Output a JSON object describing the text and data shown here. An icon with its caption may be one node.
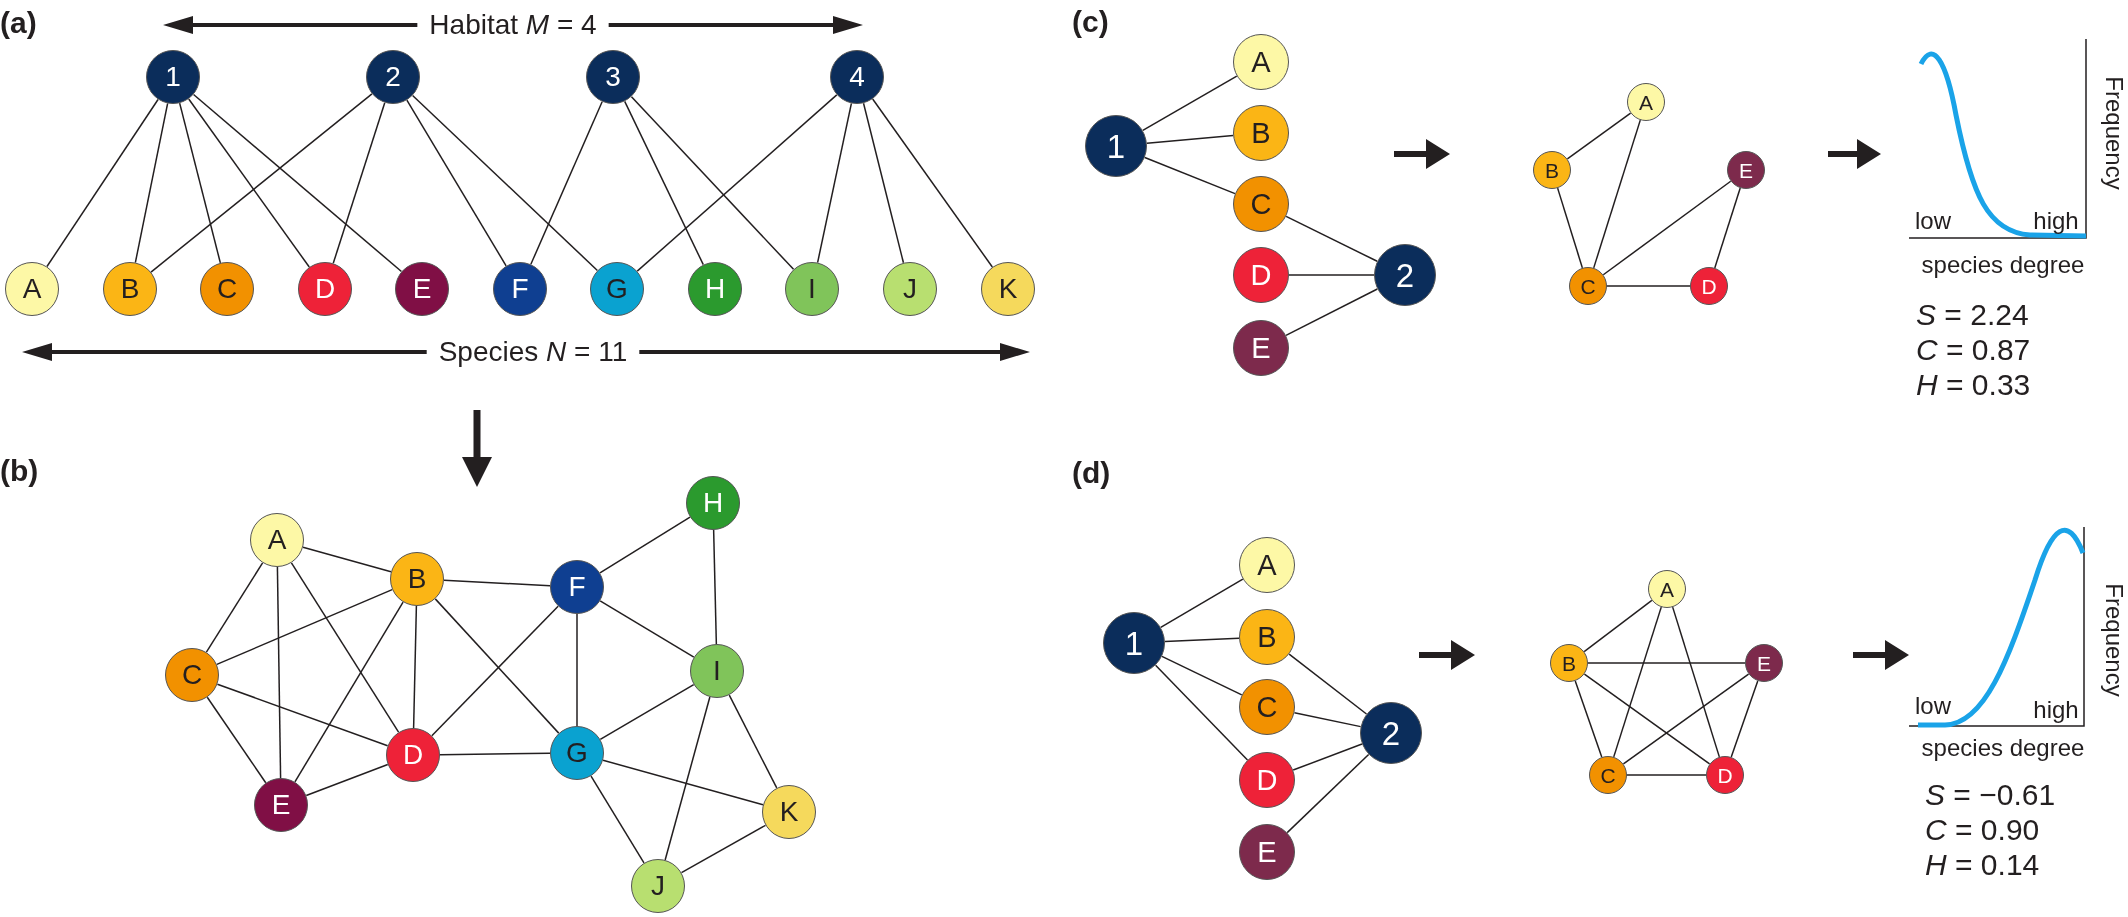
{
  "diagram": {
    "nodes": [
      {
        "text": [
          "1"
        ]
      },
      {
        "text": [
          "2"
        ]
      },
      {
        "text": [
          "3"
        ]
      },
      {
        "text": [
          "4"
        ]
      },
      {
        "text": [
          "A"
        ]
      },
      {
        "text": [
          "B"
        ]
      },
      {
        "text": [
          "C"
        ]
      },
      {
        "text": [
          "D"
        ]
      },
      {
        "text": [
          "E"
        ]
      },
      {
        "text": [
          "F"
        ]
      },
      {
        "text": [
          "G"
        ]
      },
      {
        "text": [
          "H"
        ]
      },
      {
        "text": [
          "I"
        ]
      },
      {
        "text": [
          "J"
        ]
      },
      {
        "text": [
          "K"
        ]
      },
      {
        "text": [
          "1"
        ]
      },
      {
        "text": [
          "A"
        ]
      },
      {
        "text": [
          "B"
        ]
      },
      {
        "text": [
          "C"
        ]
      },
      {
        "text": [
          "D"
        ]
      },
      {
        "text": [
          "E"
        ]
      },
      {
        "text": [
          "2"
        ]
      },
      {
        "text": [
          "A"
        ]
      },
      {
        "text": [
          "B"
        ]
      },
      {
        "text": [
          "E"
        ]
      },
      {
        "text": [
          "C"
        ]
      },
      {
        "text": [
          "D"
        ]
      },
      {
        "text": [
          "A"
        ]
      },
      {
        "text": [
          "B"
        ]
      },
      {
        "text": [
          "C"
        ]
      },
      {
        "text": [
          "D"
        ]
      },
      {
        "text": [
          "E"
        ]
      },
      {
        "text": [
          "F"
        ]
      },
      {
        "text": [
          "G"
        ]
      },
      {
        "text": [
          "H"
        ]
      },
      {
        "text": [
          "I"
        ]
      },
      {
        "text": [
          "J"
        ]
      },
      {
        "text": [
          "K"
        ]
      },
      {
        "text": [
          "1"
        ]
      },
      {
        "text": [
          "A"
        ]
      },
      {
        "text": [
          "B"
        ]
      },
      {
        "text": [
          "C"
        ]
      },
      {
        "text": [
          "D"
        ]
      },
      {
        "text": [
          "E"
        ]
      },
      {
        "text": [
          "2"
        ]
      },
      {
        "text": [
          "A"
        ]
      },
      {
        "text": [
          "B"
        ]
      },
      {
        "text": [
          "E"
        ]
      },
      {
        "text": [
          "C"
        ]
      },
      {
        "text": [
          "D"
        ]
      }
    ],
    "edges": [
      {
        "from": 0,
        "to": 4,
        "arrow": "none"
      },
      {
        "from": 0,
        "to": 5,
        "arrow": "none"
      },
      {
        "from": 0,
        "to": 6,
        "arrow": "none"
      },
      {
        "from": 0,
        "to": 7,
        "arrow": "none"
      },
      {
        "from": 0,
        "to": 8,
        "arrow": "none"
      },
      {
        "from": 1,
        "to": 5,
        "arrow": "none"
      },
      {
        "from": 1,
        "to": 7,
        "arrow": "none"
      },
      {
        "from": 1,
        "to": 9,
        "arrow": "none"
      },
      {
        "from": 1,
        "to": 10,
        "arrow": "none"
      },
      {
        "from": 2,
        "to": 9,
        "arrow": "none"
      },
      {
        "from": 2,
        "to": 11,
        "arrow": "none"
      },
      {
        "from": 2,
        "to": 12,
        "arrow": "none"
      },
      {
        "from": 3,
        "to": 10,
        "arrow": "none"
      },
      {
        "from": 3,
        "to": 12,
        "arrow": "none"
      },
      {
        "from": 3,
        "to": 13,
        "arrow": "none"
      },
      {
        "from": 3,
        "to": 14,
        "arrow": "none"
      },
      {
        "from": 15,
        "to": 16,
        "arrow": "none"
      },
      {
        "from": 15,
        "to": 17,
        "arrow": "none"
      },
      {
        "from": 15,
        "to": 18,
        "arrow": "none"
      },
      {
        "from": 21,
        "to": 18,
        "arrow": "none"
      },
      {
        "from": 21,
        "to": 19,
        "arrow": "none"
      },
      {
        "from": 21,
        "to": 20,
        "arrow": "none"
      },
      {
        "from": 22,
        "to": 23,
        "arrow": "none"
      },
      {
        "from": 22,
        "to": 25,
        "arrow": "none"
      },
      {
        "from": 23,
        "to": 25,
        "arrow": "none"
      },
      {
        "from": 25,
        "to": 24,
        "arrow": "none"
      },
      {
        "from": 25,
        "to": 26,
        "arrow": "none"
      },
      {
        "from": 26,
        "to": 24,
        "arrow": "none"
      },
      {
        "from": 27,
        "to": 28,
        "arrow": "none"
      },
      {
        "from": 27,
        "to": 29,
        "arrow": "none"
      },
      {
        "from": 27,
        "to": 31,
        "arrow": "none"
      },
      {
        "from": 27,
        "to": 30,
        "arrow": "none"
      },
      {
        "from": 28,
        "to": 29,
        "arrow": "none"
      },
      {
        "from": 28,
        "to": 31,
        "arrow": "none"
      },
      {
        "from": 28,
        "to": 30,
        "arrow": "none"
      },
      {
        "from": 28,
        "to": 32,
        "arrow": "none"
      },
      {
        "from": 28,
        "to": 33,
        "arrow": "none"
      },
      {
        "from": 29,
        "to": 30,
        "arrow": "none"
      },
      {
        "from": 29,
        "to": 31,
        "arrow": "none"
      },
      {
        "from": 31,
        "to": 30,
        "arrow": "none"
      },
      {
        "from": 30,
        "to": 33,
        "arrow": "none"
      },
      {
        "from": 30,
        "to": 32,
        "arrow": "none"
      },
      {
        "from": 32,
        "to": 34,
        "arrow": "none"
      },
      {
        "from": 32,
        "to": 33,
        "arrow": "none"
      },
      {
        "from": 32,
        "to": 35,
        "arrow": "none"
      },
      {
        "from": 34,
        "to": 35,
        "arrow": "none"
      },
      {
        "from": 35,
        "to": 33,
        "arrow": "none"
      },
      {
        "from": 35,
        "to": 36,
        "arrow": "none"
      },
      {
        "from": 35,
        "to": 37,
        "arrow": "none"
      },
      {
        "from": 33,
        "to": 37,
        "arrow": "none"
      },
      {
        "from": 33,
        "to": 36,
        "arrow": "none"
      },
      {
        "from": 37,
        "to": 36,
        "arrow": "none"
      },
      {
        "from": 38,
        "to": 39,
        "arrow": "none"
      },
      {
        "from": 38,
        "to": 40,
        "arrow": "none"
      },
      {
        "from": 38,
        "to": 41,
        "arrow": "none"
      },
      {
        "from": 38,
        "to": 42,
        "arrow": "none"
      },
      {
        "from": 44,
        "to": 40,
        "arrow": "none"
      },
      {
        "from": 44,
        "to": 41,
        "arrow": "none"
      },
      {
        "from": 44,
        "to": 42,
        "arrow": "none"
      },
      {
        "from": 44,
        "to": 43,
        "arrow": "none"
      },
      {
        "from": 45,
        "to": 46,
        "arrow": "none"
      },
      {
        "from": 45,
        "to": 48,
        "arrow": "none"
      },
      {
        "from": 45,
        "to": 49,
        "arrow": "none"
      },
      {
        "from": 46,
        "to": 47,
        "arrow": "none"
      },
      {
        "from": 46,
        "to": 48,
        "arrow": "none"
      },
      {
        "from": 46,
        "to": 49,
        "arrow": "none"
      },
      {
        "from": 48,
        "to": 47,
        "arrow": "none"
      },
      {
        "from": 48,
        "to": 49,
        "arrow": "none"
      },
      {
        "from": 49,
        "to": 47,
        "arrow": "none"
      }
    ],
    "labels": [
      "(a)",
      "Habitat *M* = 4",
      "Species *N* = 11",
      "(c)",
      "Frequency",
      "low",
      "high",
      "species degree",
      "*S* = 2.24",
      "*C* = 0.87",
      "*H* = 0.33",
      "(b)",
      "(d)",
      "Frequency",
      "low",
      "high",
      "species degree",
      "*S* = −0.61",
      "*C* = 0.90",
      "*H* = 0.14"
    ]
  }
}
